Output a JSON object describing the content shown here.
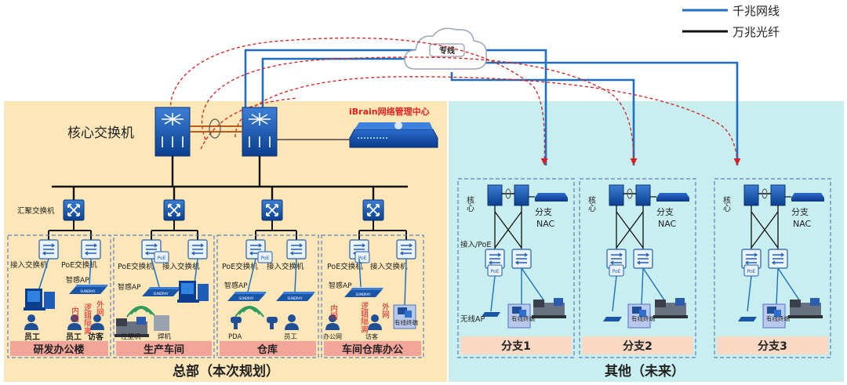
{
  "legend": {
    "gigabit_label": "千兆网线",
    "tengig_label": "万兆光纤",
    "gigabit_color": "#1f6fc0",
    "tengig_color": "#111111"
  },
  "cloud_label": "专线",
  "hq": {
    "core_label": "核心交换机",
    "mgmt_label": "iBrain网络管理中心",
    "agg_label": "汇聚交换机",
    "footer": "总部（本次规划）",
    "sections": [
      {
        "title": "研发办公楼",
        "switch_labels": [
          "接入交换机",
          "PoE交换机"
        ],
        "ap_label": "智感AP",
        "red_labels": [
          "内网",
          "逻辑隔离",
          "外网"
        ],
        "people_labels": [
          "员工",
          "员工",
          "访客"
        ]
      },
      {
        "title": "生产车间",
        "switch_labels": [
          "PoE交换机",
          "接入交换机"
        ],
        "ap_label": "智感AP",
        "item_labels": [
          "注塑机",
          "焊机"
        ]
      },
      {
        "title": "仓库",
        "switch_labels": [
          "PoE交换机",
          "接入交换机"
        ],
        "ap_label": "智感AP",
        "item_labels": [
          "PDA",
          "员工"
        ]
      },
      {
        "title": "车间仓库办公",
        "switch_labels": [
          "PoE交换机",
          "接入交换机"
        ],
        "ap_label": "智感AP",
        "red_labels": [
          "内网",
          "逻辑隔离",
          "外网"
        ],
        "item_labels": [
          "办公网",
          "访客",
          "有线终端"
        ]
      }
    ]
  },
  "branches": {
    "footer": "其他（未来）",
    "core_label": "核心",
    "nac_label_1": "分支",
    "nac_label_2": "NAC",
    "access_label": "接入/PoE",
    "wireless_ap_label": "无线AP",
    "wired_label": "有线终端",
    "items": [
      {
        "title": "分支1"
      },
      {
        "title": "分支2"
      },
      {
        "title": "分支3"
      }
    ]
  }
}
